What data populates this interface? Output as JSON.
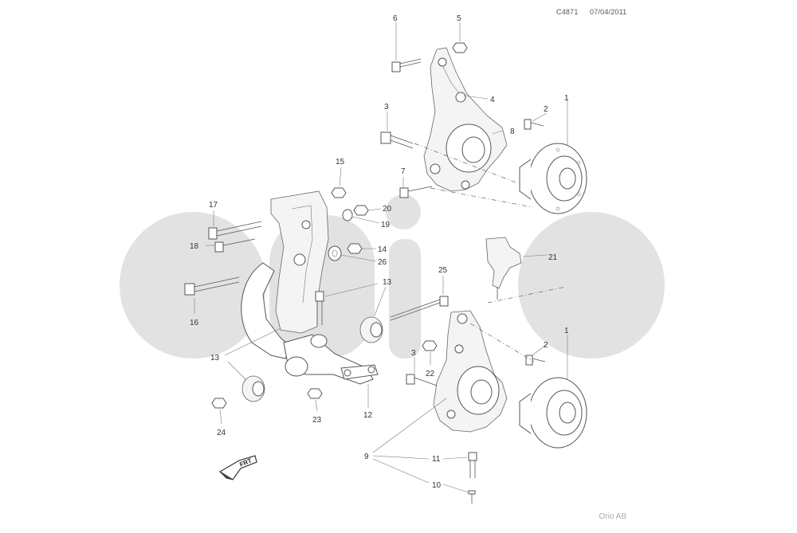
{
  "header": {
    "code": "C4871",
    "date": "07/04/2011"
  },
  "footer": {
    "brand": "Orio AB"
  },
  "watermark": {
    "text": "orio",
    "color": "#dddddd"
  },
  "callouts": {
    "c1a": "1",
    "c2a": "2",
    "c3a": "3",
    "c4": "4",
    "c5": "5",
    "c6": "6",
    "c7": "7",
    "c8": "8",
    "c15": "15",
    "c17": "17",
    "c18": "18",
    "c20": "20",
    "c19": "19",
    "c14": "14",
    "c26": "26",
    "c13a": "13",
    "c13b": "13",
    "c16": "16",
    "c25": "25",
    "c21": "21",
    "c1b": "1",
    "c2b": "2",
    "c3b": "3",
    "c22": "22",
    "c12": "12",
    "c23": "23",
    "c24": "24",
    "c9": "9",
    "c11": "11",
    "c10": "10"
  },
  "direction_badge": {
    "text": "FRT"
  }
}
